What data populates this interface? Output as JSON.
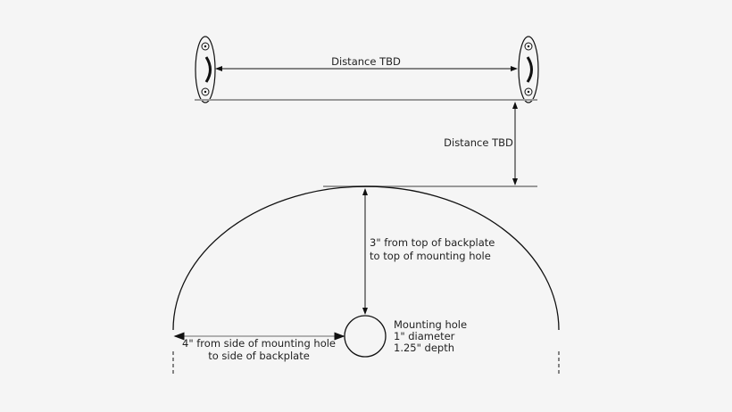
{
  "labels": {
    "top_distance": "Distance TBD",
    "vertical_distance": "Distance TBD",
    "top_offset_line1": "3\" from top of backplate",
    "top_offset_line2": "to top of mounting hole",
    "side_offset_line1": "4\" from side of mounting hole",
    "side_offset_line2": "to side of backplate",
    "hole_line1": "Mounting hole",
    "hole_line2": "1\" diameter",
    "hole_line3": "1.25\" depth"
  },
  "colors": {
    "line": "#111111",
    "guide": "#999999",
    "background": "#f5f5f5"
  }
}
